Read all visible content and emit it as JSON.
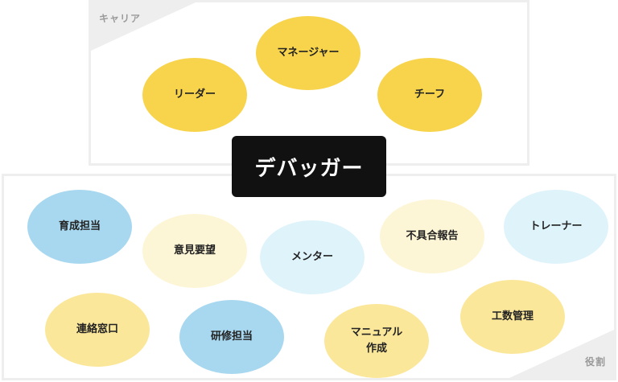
{
  "center": {
    "label": "デバッガー"
  },
  "career": {
    "label": "キャリア",
    "nodes": [
      "マネージャー",
      "リーダー",
      "チーフ"
    ]
  },
  "role": {
    "label": "役割",
    "nodes": [
      "育成担当",
      "意見要望",
      "メンター",
      "不具合報告",
      "トレーナー",
      "連絡窓口",
      "研修担当",
      "マニュアル\n作成",
      "工数管理"
    ]
  },
  "colors": {
    "career_node": "#f7d44c",
    "center_bg": "#111111",
    "panel_border": "#eeeeee",
    "blue": "#a8d8f0",
    "cream": "#fdf6d6",
    "light_blue": "#dff3fb",
    "light_yellow": "#fbe79a"
  }
}
